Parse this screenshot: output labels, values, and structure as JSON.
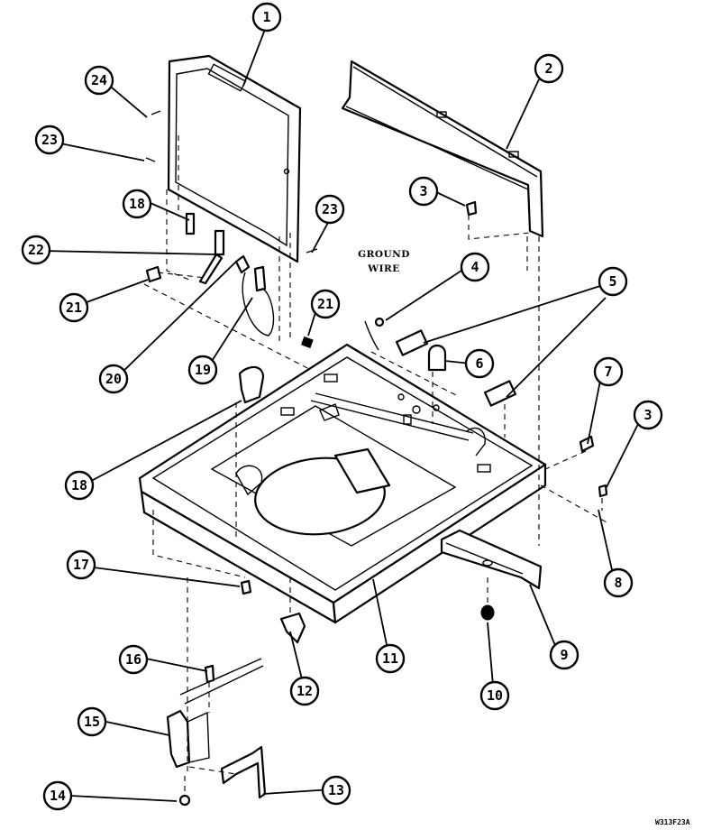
{
  "callouts": [
    {
      "id": "c1",
      "label": "1"
    },
    {
      "id": "c2",
      "label": "2"
    },
    {
      "id": "c3a",
      "label": "3"
    },
    {
      "id": "c3b",
      "label": "3"
    },
    {
      "id": "c4",
      "label": "4"
    },
    {
      "id": "c5",
      "label": "5"
    },
    {
      "id": "c6",
      "label": "6"
    },
    {
      "id": "c7",
      "label": "7"
    },
    {
      "id": "c8",
      "label": "8"
    },
    {
      "id": "c9",
      "label": "9"
    },
    {
      "id": "c10",
      "label": "10"
    },
    {
      "id": "c11",
      "label": "11"
    },
    {
      "id": "c12",
      "label": "12"
    },
    {
      "id": "c13",
      "label": "13"
    },
    {
      "id": "c14",
      "label": "14"
    },
    {
      "id": "c15",
      "label": "15"
    },
    {
      "id": "c16",
      "label": "16"
    },
    {
      "id": "c17",
      "label": "17"
    },
    {
      "id": "c18a",
      "label": "18"
    },
    {
      "id": "c18b",
      "label": "18"
    },
    {
      "id": "c19",
      "label": "19"
    },
    {
      "id": "c20",
      "label": "20"
    },
    {
      "id": "c21a",
      "label": "21"
    },
    {
      "id": "c21b",
      "label": "21"
    },
    {
      "id": "c22",
      "label": "22"
    },
    {
      "id": "c23a",
      "label": "23"
    },
    {
      "id": "c23b",
      "label": "23"
    },
    {
      "id": "c24",
      "label": "24"
    }
  ],
  "annotations": {
    "ground_wire_line1": "GROUND",
    "ground_wire_line2": "WIRE"
  },
  "drawing_code": "W313F23A"
}
